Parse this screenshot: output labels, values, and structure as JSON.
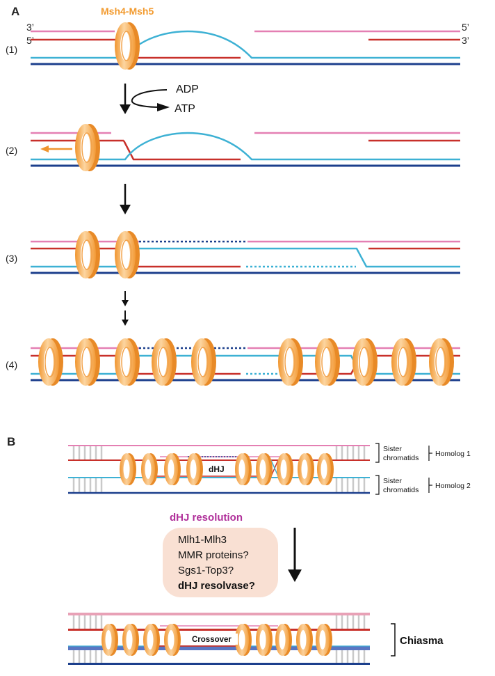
{
  "panel_a": {
    "label": "A",
    "protein": "Msh4-Msh5",
    "end_3_left": "3’",
    "end_5_left": "5’",
    "end_5_right": "5’",
    "end_3_right": "3’",
    "step1": "(1)",
    "step2": "(2)",
    "step3": "(3)",
    "step4": "(4)",
    "adp": "ADP",
    "atp": "ATP"
  },
  "panel_b": {
    "label": "B",
    "sister_1": "Sister",
    "chromatids_1": "chromatids",
    "homolog_1": "Homolog 1",
    "sister_2": "Sister",
    "chromatids_2": "chromatids",
    "homolog_2": "Homolog 2",
    "dhj": "dHJ",
    "resolution_title": "dHJ resolution",
    "resolution_items": [
      "Mlh1-Mlh3",
      "MMR proteins?",
      "Sgs1-Top3?",
      "dHJ resolvase?"
    ],
    "crossover": "Crossover",
    "chiasma": "Chiasma"
  },
  "colors": {
    "pink": "#e47fb3",
    "red": "#c8302a",
    "cyan": "#3db1d4",
    "navy": "#1c3f8c",
    "ring": "#f5ae58",
    "protein_label": "#f29a2e",
    "resolution_title": "#b0309a"
  }
}
